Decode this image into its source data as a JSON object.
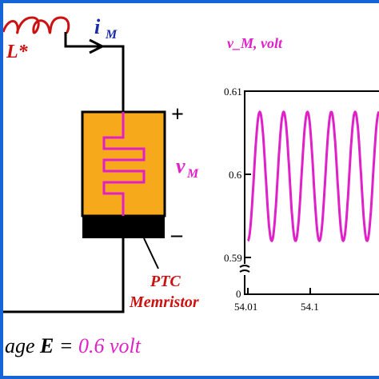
{
  "circuit": {
    "inductor_label": "L*",
    "current_symbol": "i",
    "current_subscript": "M",
    "plus_sign": "+",
    "minus_sign": "–",
    "voltage_symbol": "v",
    "voltage_subscript": "M",
    "device_label_line1": "PTC",
    "device_label_line2": "Memristor"
  },
  "caption": {
    "prefix": "age ",
    "symbol": "E",
    "equals": " = ",
    "value": "0.6 volt"
  },
  "colors": {
    "accent_magenta": "#e020c8",
    "label_red": "#cc1111",
    "symbol_blue": "#1a2aa8",
    "device_fill": "#f7a91c",
    "frame_blue": "#1565d8"
  },
  "chart_data": {
    "type": "line",
    "ylabel": "v_M, volt",
    "xlabel": "",
    "y_ticks": [
      "0.61",
      "0.6",
      "0.59",
      "0"
    ],
    "x_ticks": [
      "54.01",
      "54.1"
    ],
    "ylim": [
      0.59,
      0.61
    ],
    "y_axis_break": true,
    "x_visible_range": [
      54.01,
      54.2
    ],
    "series": [
      {
        "label": "vM",
        "waveform": "sinusoid",
        "min": 0.592,
        "max": 0.6075,
        "cycles_visible": 5.5
      }
    ]
  }
}
